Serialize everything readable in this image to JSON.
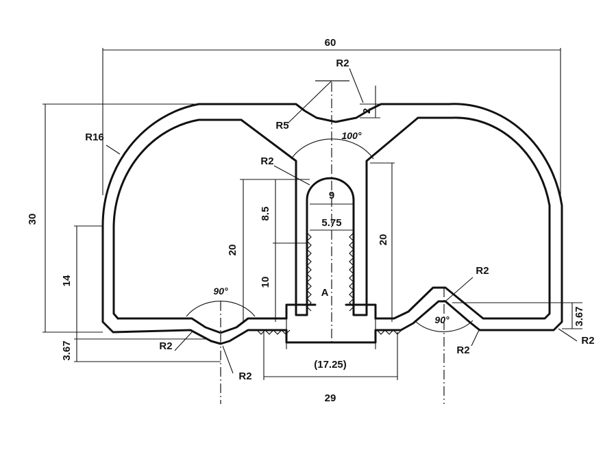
{
  "dimensions": {
    "overall_width": "60",
    "overall_height": "30",
    "r2_top": "R2",
    "r5": "R5",
    "step_2": "2",
    "r16": "R16",
    "angle_100": "100°",
    "r2_inner": "R2",
    "slot_9": "9",
    "slot_575": "5.75",
    "dim_85": "8.5",
    "dim_20_left": "20",
    "dim_20_right": "20",
    "dim_14": "14",
    "dim_10": "10",
    "dim_367_left": "3.67",
    "dim_367_right": "3.67",
    "angle_90_left": "90°",
    "angle_90_right": "90°",
    "r2_left_vee": "R2",
    "r2_left_bottom": "R2",
    "r2_right_upper": "R2",
    "r2_right_lower": "R2",
    "r2_right_corner": "R2",
    "dim_1725": "(17.25)",
    "dim_29": "29",
    "label_a": "A"
  }
}
